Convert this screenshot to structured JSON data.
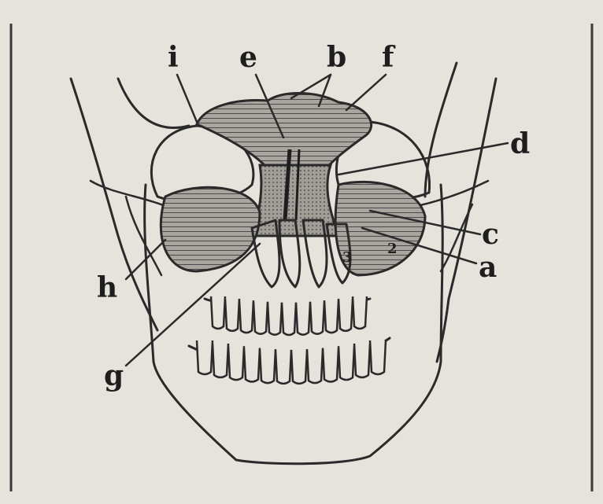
{
  "figure": {
    "labels": {
      "a_upper": "d",
      "b": "b",
      "c": "c",
      "a_lower": "a",
      "e": "e",
      "f": "f",
      "g": "g",
      "h": "h",
      "i": "i",
      "tooth_2": "2",
      "tooth_3": "3"
    }
  },
  "colors": {
    "paper": "#e6e3dc",
    "ink": "#2a2a2a",
    "shade": "#8e8c88"
  }
}
